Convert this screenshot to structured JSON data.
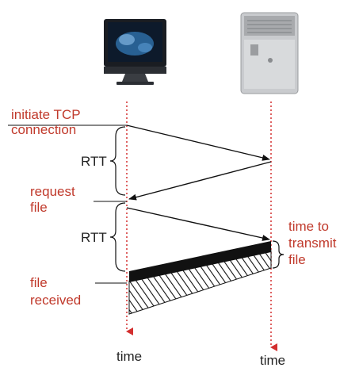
{
  "labels": {
    "initiate_line1": "initiate TCP",
    "initiate_line2": "connection",
    "rtt_first": "RTT",
    "request_line1": "request",
    "request_line2": "file",
    "rtt_second": "RTT",
    "transmit_line1": "time to",
    "transmit_line2": "transmit",
    "transmit_line3": "file",
    "received_line1": "file",
    "received_line2": "received",
    "client_time": "time",
    "server_time": "time"
  },
  "colors": {
    "accent_red": "#c0392b",
    "arrow_black": "#111111",
    "timeline_red": "#d32f2f"
  },
  "icons": {
    "client": "imac-computer-icon",
    "server": "tower-server-icon"
  }
}
